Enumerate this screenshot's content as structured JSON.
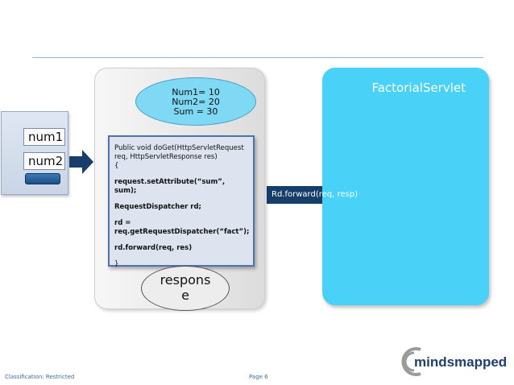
{
  "client": {
    "field1": "num1",
    "field2": "num2"
  },
  "session": {
    "line1": "Num1= 10",
    "line2": "Num2= 20",
    "line3": "Sum = 30"
  },
  "code": {
    "l1": "Public void doGet(HttpServletRequest",
    "l2": "req, HttpServletResponse res)",
    "l3": "{",
    "l4": "request.setAttribute(“sum”, sum);",
    "l5": "RequestDispatcher rd;",
    "l6": "rd =",
    "l7": "req.getRequestDispatcher(“fact”);",
    "l8": "rd.forward(req, res)",
    "l9": "}"
  },
  "response_label": "respons e",
  "factorial_title": "FactorialServlet",
  "forward_label": "Rd.forward(req, resp)",
  "logo": {
    "text": "mindsmapped",
    "colors": {
      "brand_blue": "#1f3f73",
      "accent_gray": "#9a9a9a"
    }
  },
  "footer": {
    "classification": "Classification: Restricted",
    "page": "Page 6"
  },
  "colors": {
    "rule": "#8fb4d6",
    "session_fill": "#7fd8f4",
    "factorial_fill": "#49d1f7",
    "arrow": "#173e6b"
  }
}
